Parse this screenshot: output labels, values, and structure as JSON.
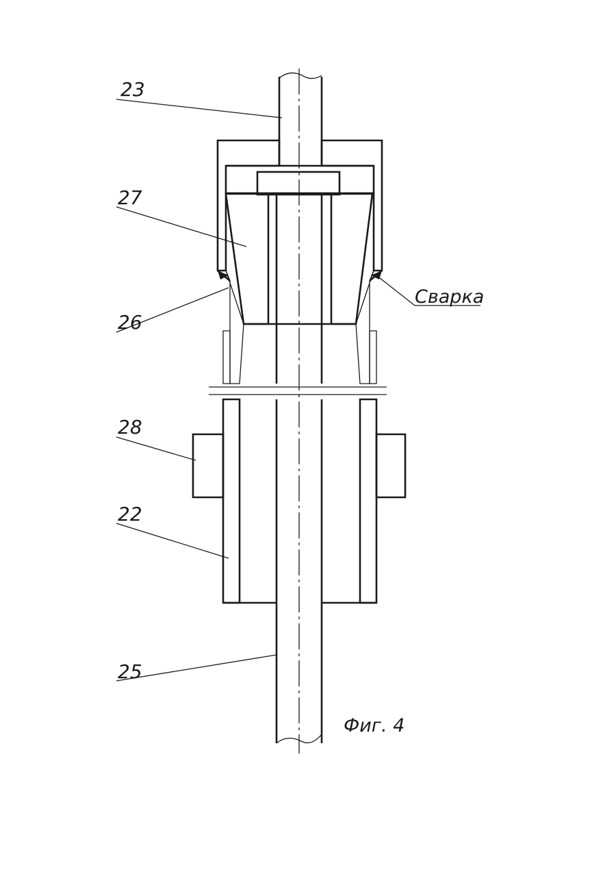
{
  "figure": {
    "caption": "Фиг. 4",
    "callouts": [
      {
        "id": "23",
        "label": "23"
      },
      {
        "id": "27",
        "label": "27"
      },
      {
        "id": "26",
        "label": "26"
      },
      {
        "id": "28",
        "label": "28"
      },
      {
        "id": "22",
        "label": "22"
      },
      {
        "id": "25",
        "label": "25"
      }
    ],
    "weld_label": "Сварка"
  }
}
